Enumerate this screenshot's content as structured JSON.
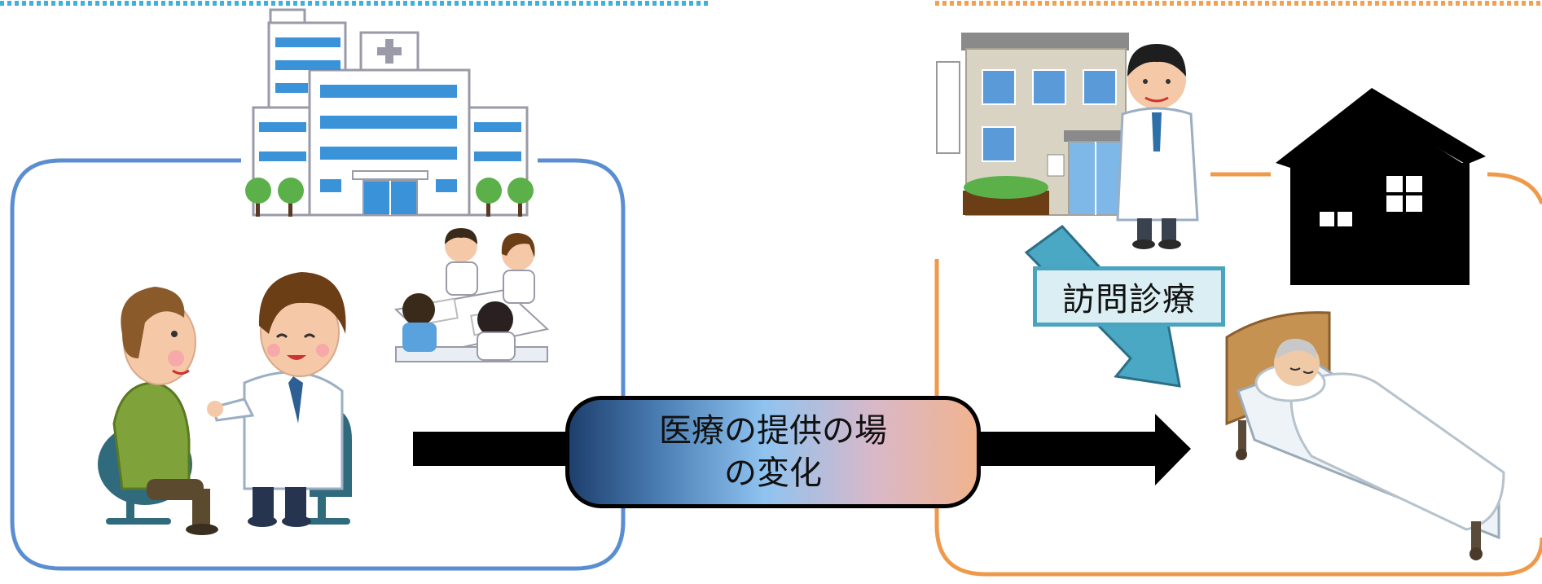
{
  "center_label": {
    "line1": "医療の提供の場",
    "line2": "の変化"
  },
  "home_visit_label": "訪問診療",
  "colors": {
    "left_frame": "#5b8ed0",
    "right_frame": "#ef9a4a",
    "top_left_dashes": "#3fb0d9",
    "top_right_dashes": "#f2a150",
    "arrow": "#000000",
    "teal_arrow": "#4aa8c4"
  },
  "icons": [
    "hospital-icon",
    "doctor-patient-consultation-icon",
    "care-team-meeting-icon",
    "clinic-building-icon",
    "doctor-icon",
    "house-icon",
    "patient-in-bed-icon"
  ]
}
